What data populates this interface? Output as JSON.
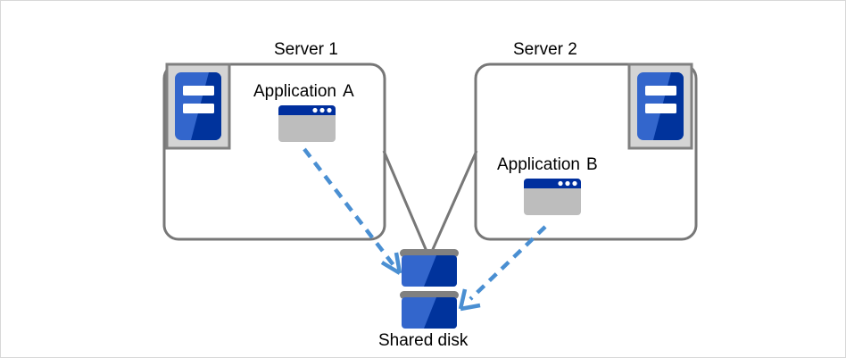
{
  "diagram": {
    "title": "Shared disk cluster diagram",
    "colors": {
      "box_border": "#777777",
      "icon_frame_fill": "#d4d4d4",
      "icon_frame_border": "#808080",
      "server_blue_light": "#3366cc",
      "server_blue_dark": "#00339c",
      "window_titlebar": "#002f9e",
      "window_body": "#bdbdbd",
      "disk_blue_light": "#3366cc",
      "disk_blue_dark": "#00339c",
      "disk_bar": "#808080",
      "arrow_blue": "#4a8fd2",
      "connector_gray": "#777777",
      "text": "#000000",
      "page_border": "#d8d8d8",
      "background": "#ffffff"
    },
    "servers": [
      {
        "name": "server-1",
        "label": "Server 1",
        "app_label_part1": "Application",
        "app_label_part2": "A",
        "icon_position": "top-left"
      },
      {
        "name": "server-2",
        "label": "Server 2",
        "app_label_part1": "Application",
        "app_label_part2": "B",
        "icon_position": "top-right"
      }
    ],
    "storage": {
      "name": "shared-disk",
      "label": "Shared disk",
      "units": 2
    },
    "connections": [
      {
        "name": "server1-to-disk-link",
        "style": "solid",
        "color": "#777777",
        "from": "server-1",
        "to": "shared-disk"
      },
      {
        "name": "server2-to-disk-link",
        "style": "solid",
        "color": "#777777",
        "from": "server-2",
        "to": "shared-disk"
      },
      {
        "name": "application-a-to-disk-access",
        "style": "dashed",
        "color": "#4a8fd2",
        "from": "application-a",
        "to": "shared-disk",
        "arrow": true
      },
      {
        "name": "application-b-to-disk-access",
        "style": "dashed",
        "color": "#4a8fd2",
        "from": "application-b",
        "to": "shared-disk",
        "arrow": true
      }
    ]
  }
}
